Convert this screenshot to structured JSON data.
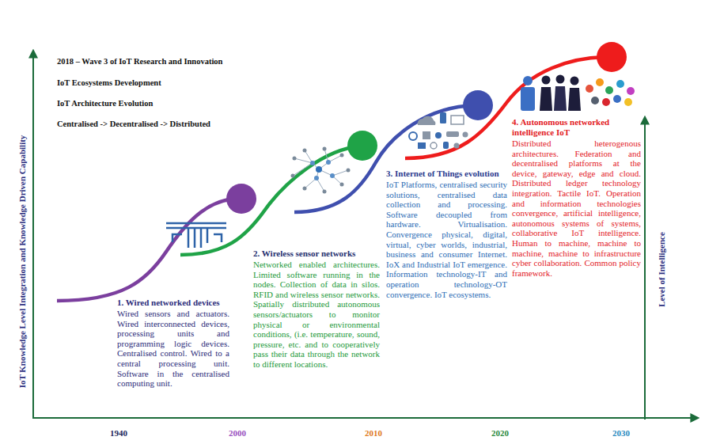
{
  "diagram": {
    "labels": [
      "2018 – Wave 3 of IoT Research and Innovation",
      "IoT Ecosystems Development",
      "IoT Architecture Evolution",
      "Centralised -> Decentralised -> Distributed",
      "IoT Knowledge Level Integration and Knowledge Driven Capability",
      "1. Wired networked devices",
      "Wired sensors and actuators. Wired interconnected devices, processing units and programming logic devices. Centralised control. Wired to a central processing unit. Software in the centralised computing unit.",
      "2. Wireless sensor networks",
      "Networked enabled architectures. Limited software running in the nodes. Collection of data in silos. RFID and wireless sensor networks. Spatially distributed autonomous sensors/actuators to monitor physical or environmental conditions, (i.e. temperature, sound, pressure, etc. and to cooperatively pass their data through the network to different locations.",
      "3. Internet of Things evolution",
      "IoT Platforms, centralised security solutions, centralised data collection and processing. Software decoupled from hardware. Virtualisation. Convergence physical, digital, virtual, cyber worlds, industrial, business and consumer Internet. IoX and Industrial IoT emergence. Information technology-IT and operation technology-OT convergence. IoT ecosystems.",
      "4. Autonomous networked intelligence IoT",
      "Distributed heterogenous architectures. Federation and decentralised platforms at the device, gateway, edge and cloud. Distributed ledger technology integration. Tactile IoT. Operation and information technologies convergence, artificial intelligence, autonomous systems of systems, collaborative IoT intelligence. Human to machine, machine to machine, machine to infrastructure cyber collaboration. Common policy framework.",
      "Level of Intelligence",
      "1940",
      "2000",
      "2010",
      "2020",
      "2030"
    ]
  }
}
